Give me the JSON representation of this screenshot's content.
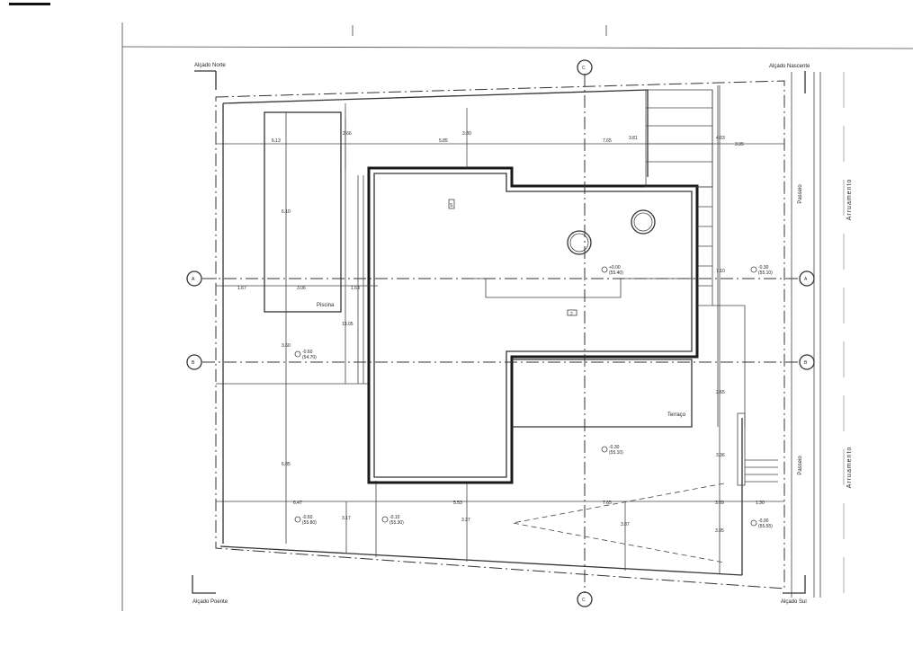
{
  "sheet": {
    "corner_labels": {
      "north": "Alçado Norte",
      "east": "Alçado Nascente",
      "west": "Alçado Poente",
      "south": "Alçado Sul"
    },
    "section_markers": {
      "a": "A",
      "b": "B",
      "c": "C"
    },
    "street_labels": {
      "arruamento_top": "Arruamento",
      "arruamento_bottom": "Arruamento",
      "passeio_top": "Passeio",
      "passeio_bottom": "Passeio"
    },
    "room_labels": {
      "piscina": "Piscina",
      "terraço": "Terraço"
    },
    "level_marks": [
      {
        "value": "+0.00",
        "sub": "(55.40)"
      },
      {
        "value": "-0.30",
        "sub": "(55.10)"
      },
      {
        "value": "-0.60",
        "sub": "(54.70)"
      },
      {
        "value": "-0.30",
        "sub": "(55.10)"
      },
      {
        "value": "-0.60",
        "sub": "(55.80)"
      },
      {
        "value": "-0.10",
        "sub": "(55.30)"
      },
      {
        "value": "-0.00",
        "sub": "(55.55)"
      }
    ],
    "dims_top_row": [
      "6.13",
      "5.85",
      "7.65",
      "3.81",
      "4.03",
      "3.35"
    ],
    "dims_upper": [
      "2.66",
      "3.80"
    ],
    "dims_mid_row": [
      "1.67",
      "3.06",
      "1.63"
    ],
    "dims_left_vertical": [
      "6.10",
      "13.05",
      "3.60",
      "6.85"
    ],
    "dims_bottom_row": [
      "6.47",
      "5.53",
      "7.65",
      "3.09",
      "1.30"
    ],
    "dims_bottom_vertical": [
      "3.17",
      "3.27",
      "3.87",
      "3.95"
    ],
    "dims_right_vertical": [
      "7.10",
      "2.65",
      "3.36"
    ],
    "stair_mark_1": "S",
    "stair_mark_2": "2"
  }
}
